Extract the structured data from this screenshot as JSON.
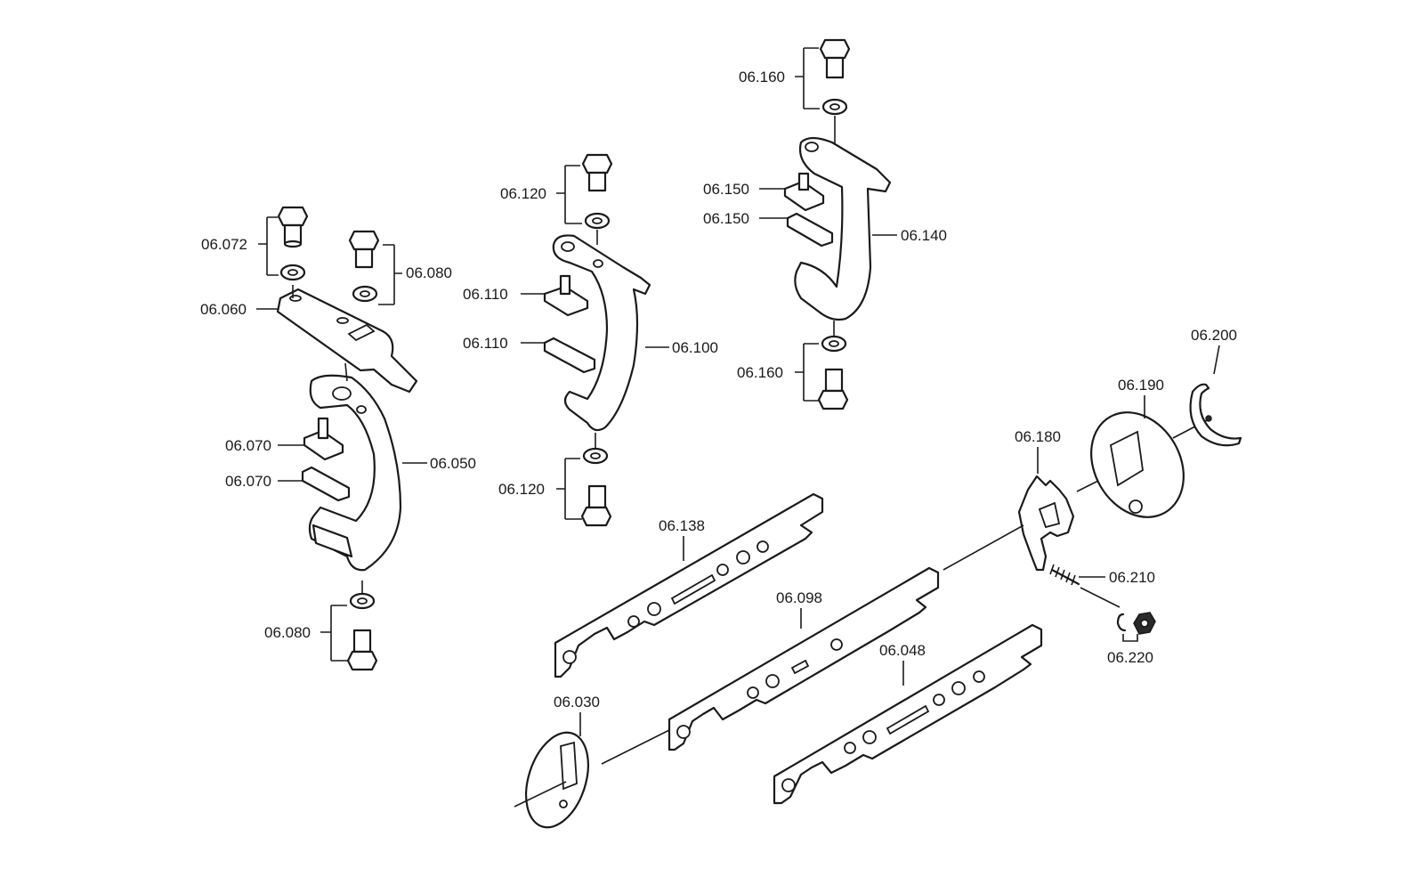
{
  "labels": {
    "p06_072": "06.072",
    "p06_080_top": "06.080",
    "p06_060": "06.060",
    "p06_070_a": "06.070",
    "p06_070_b": "06.070",
    "p06_050": "06.050",
    "p06_080_bot": "06.080",
    "p06_120_top": "06.120",
    "p06_110_a": "06.110",
    "p06_110_b": "06.110",
    "p06_100": "06.100",
    "p06_120_bot": "06.120",
    "p06_160_top": "06.160",
    "p06_150_a": "06.150",
    "p06_150_b": "06.150",
    "p06_140": "06.140",
    "p06_160_bot": "06.160",
    "p06_200": "06.200",
    "p06_190": "06.190",
    "p06_180": "06.180",
    "p06_210": "06.210",
    "p06_220": "06.220",
    "p06_138": "06.138",
    "p06_098": "06.098",
    "p06_048": "06.048",
    "p06_030": "06.030"
  }
}
